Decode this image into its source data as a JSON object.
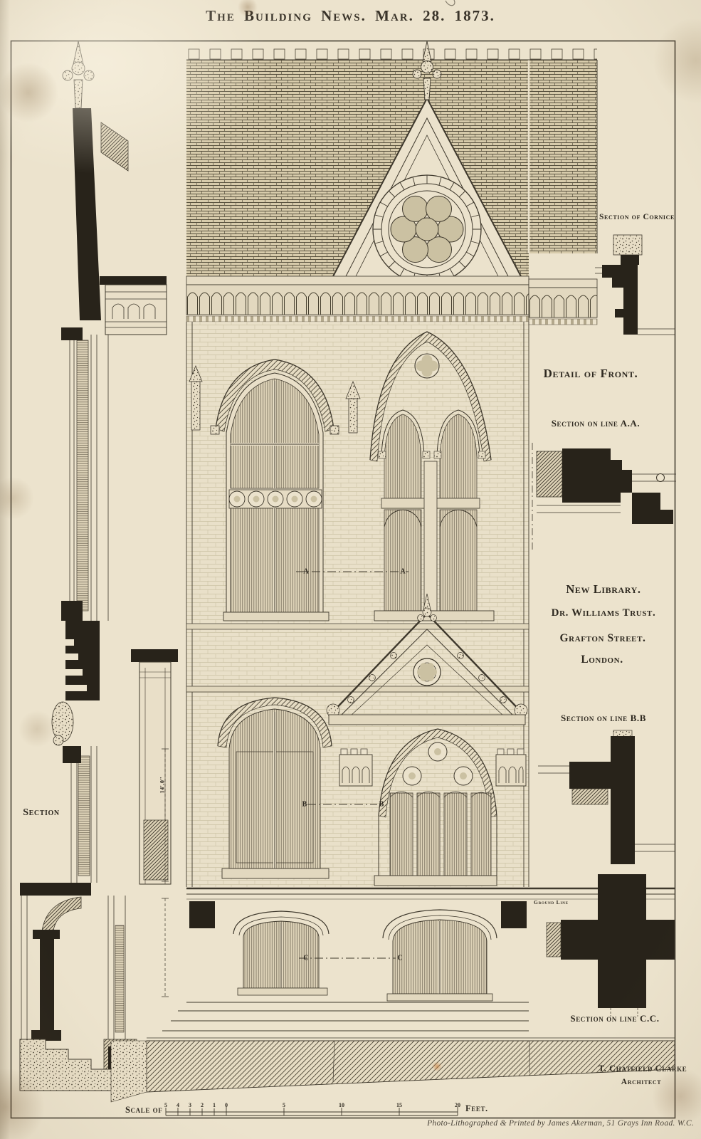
{
  "page": {
    "title": "The Building News. Mar. 28. 1873.",
    "imprint": "Photo-Lithographed & Printed by James Akerman, 51 Grays Inn Road. W.C."
  },
  "labels": {
    "section_of_cornice": "Section of Cornice",
    "detail_of_front": "Detail of Front.",
    "section_line_aa": "Section on line A.A.",
    "new_library": "New Library.",
    "trust": "Dr. Williams Trust.",
    "street": "Grafton Street.",
    "city": "London.",
    "section_line_bb": "Section on line B.B",
    "section_line_cc": "Section on line C.C.",
    "architect_name": "T. Chatfield Clarke",
    "architect_title": "Architect",
    "left_section": "Section",
    "ground_line": "Ground Line"
  },
  "marks": {
    "a1": "A",
    "a2": "A",
    "b1": "B",
    "b2": "B",
    "c1": "C",
    "c2": "C"
  },
  "dimensions": {
    "first_floor_height": "14'.0\""
  },
  "scale_bar": {
    "label": "Scale of",
    "unit": "Feet.",
    "ticks": [
      "5",
      "4",
      "3",
      "2",
      "1",
      "0",
      "5",
      "10",
      "15",
      "20"
    ]
  },
  "colors": {
    "paper": "#ece3cd",
    "ink": "#3e382c",
    "poche": "#28231a"
  }
}
